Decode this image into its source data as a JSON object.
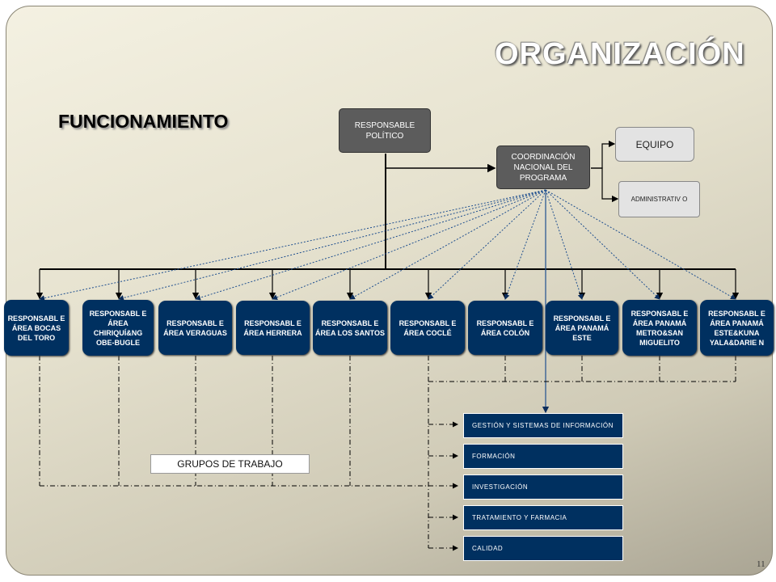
{
  "title": "ORGANIZACIÓN",
  "subtitle": "FUNCIONAMIENTO",
  "responsable_politico": "RESPONSABLE POLÍTICO",
  "coordinacion": "COORDINACIÓN NACIONAL DEL PROGRAMA",
  "equipo": "EQUIPO",
  "administrativo": "ADMINISTRATIV O",
  "areas": [
    "RESPONSABL E ÁREA BOCAS DEL TORO",
    "RESPONSABL E ÁREA CHIRIQUÍ&NG OBE-BUGLE",
    "RESPONSABL E ÁREA VERAGUAS",
    "RESPONSABL E ÁREA HERRERA",
    "RESPONSABL E ÁREA LOS SANTOS",
    "RESPONSABL E ÁREA COCLÉ",
    "RESPONSABL E ÁREA COLÓN",
    "RESPONSABL E ÁREA PANAMÁ ESTE",
    "RESPONSABL E ÁREA PANAMÁ METRO&SAN MIGUELITO",
    "RESPONSABL E ÁREA PANAMÁ ESTE&KUNA YALA&DARIE N"
  ],
  "groups_label": "GRUPOS DE TRABAJO",
  "groups": [
    "GESTIÓN Y SISTEMAS DE INFORMACIÓN",
    "FORMACIÓN",
    "INVESTIGACIÓN",
    "TRATAMIENTO Y FARMACIA",
    "CALIDAD"
  ],
  "page_number": "11",
  "colors": {
    "area_fill": "#003060",
    "dark_box": "#5c5c5c",
    "dotted_line": "#1f4f8f"
  }
}
